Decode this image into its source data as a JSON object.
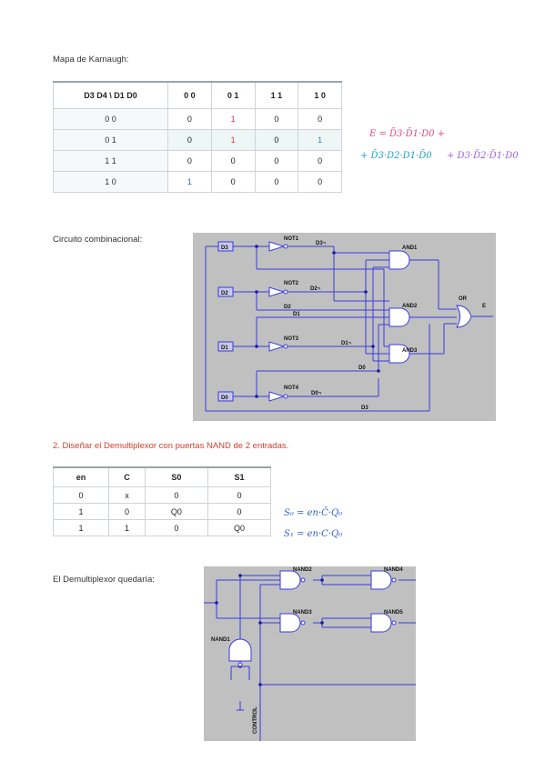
{
  "karnaugh": {
    "title": "Mapa de Karnaugh:",
    "corner": "D3 D4 \\ D1 D0",
    "cols": [
      "0 0",
      "0 1",
      "1 1",
      "1 0"
    ],
    "rows": [
      {
        "label": "0 0",
        "cells": [
          "0",
          "1",
          "0",
          "0"
        ]
      },
      {
        "label": "0 1",
        "cells": [
          "0",
          "1",
          "0",
          "1"
        ]
      },
      {
        "label": "1 1",
        "cells": [
          "0",
          "0",
          "0",
          "0"
        ]
      },
      {
        "label": "1 0",
        "cells": [
          "1",
          "0",
          "0",
          "0"
        ]
      }
    ],
    "equation_line1": "E = D̄3·D̄1·D0 +",
    "equation_line2a": "+  D̄3·D2·D1·D̄0",
    "equation_line2b": "+  D3·D̄2·D̄1·D0"
  },
  "circuit1": {
    "title": "Circuito combinacional:",
    "inputs": [
      "D3",
      "D2",
      "D1",
      "D0"
    ],
    "gates": [
      "NOT1",
      "NOT2",
      "NOT3",
      "NOT4",
      "AND1",
      "AND2",
      "AND3",
      "OR"
    ],
    "signals": [
      "D3¬",
      "D2¬",
      "D1¬",
      "D0¬",
      "D2",
      "D1",
      "D0",
      "D3"
    ],
    "output": "E"
  },
  "section2": {
    "heading": "2. Diseñar el Demultiplexor con puertas NAND de 2 entradas."
  },
  "truth": {
    "headers": [
      "en",
      "C",
      "S0",
      "S1"
    ],
    "rows": [
      [
        "0",
        "x",
        "0",
        "0"
      ],
      [
        "1",
        "0",
        "Q0",
        "0"
      ],
      [
        "1",
        "1",
        "0",
        "Q0"
      ]
    ],
    "eq1": "S₀ = en·C̄·Q₀",
    "eq2": "S₁ = en·C·Q₀"
  },
  "demux": {
    "title": "El Demultiplexor quedaría:",
    "gates": [
      "NAND2",
      "NAND4",
      "NAND3",
      "NAND5",
      "NAND1"
    ],
    "control": "CONTROL"
  },
  "colors": {
    "wire": "#3a3adf",
    "panel": "#c0c0c0",
    "red": "#d0402a",
    "blue_ink": "#2f5fd0",
    "teal_ink": "#1f9fc0",
    "purple_ink": "#9a5fe0"
  }
}
